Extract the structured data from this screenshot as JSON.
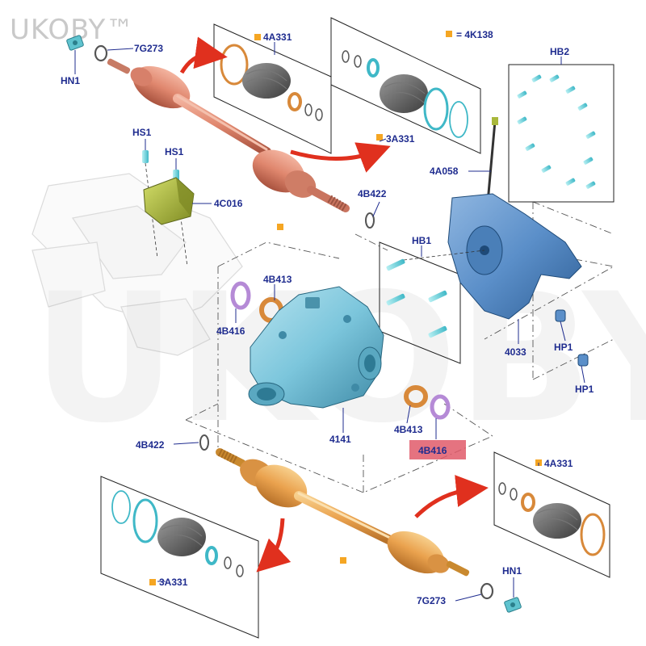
{
  "watermark": "UKOBY™",
  "watermark_large": "UKOBY",
  "legend": {
    "text": "= 4K138",
    "color": "#f5a623"
  },
  "colors": {
    "label": "#1f2c8f",
    "highlight_box": "#e05a6a",
    "upper_shaft": "#e0876e",
    "lower_shaft": "#eaa24e",
    "housing": "#7cc6dc",
    "seal_purple": "#b58ad6",
    "bearing_orange": "#d8893a",
    "arrow_red": "#e0301e",
    "module_green": "#a9b83b"
  },
  "labels": {
    "hn1_top": "HN1",
    "g7273_top": "7G273",
    "a4331_top": "4A331",
    "a3331_top": "3A331",
    "hb2": "HB2",
    "hs1_a": "HS1",
    "hs1_b": "HS1",
    "c4016": "4C016",
    "b4422_top": "4B422",
    "a4058": "4A058",
    "hb1": "HB1",
    "b4413_left": "4B413",
    "b4416_left": "4B416",
    "n4033": "4033",
    "hp1_a": "HP1",
    "hp1_b": "HP1",
    "n4141": "4141",
    "b4413_right": "4B413",
    "b4416_highlight": "4B416",
    "b4422_bottom": "4B422",
    "a4331_bottom": "4A331",
    "a3331_bottom": "3A331",
    "hn1_bottom": "HN1",
    "g7273_bottom": "7G273"
  }
}
